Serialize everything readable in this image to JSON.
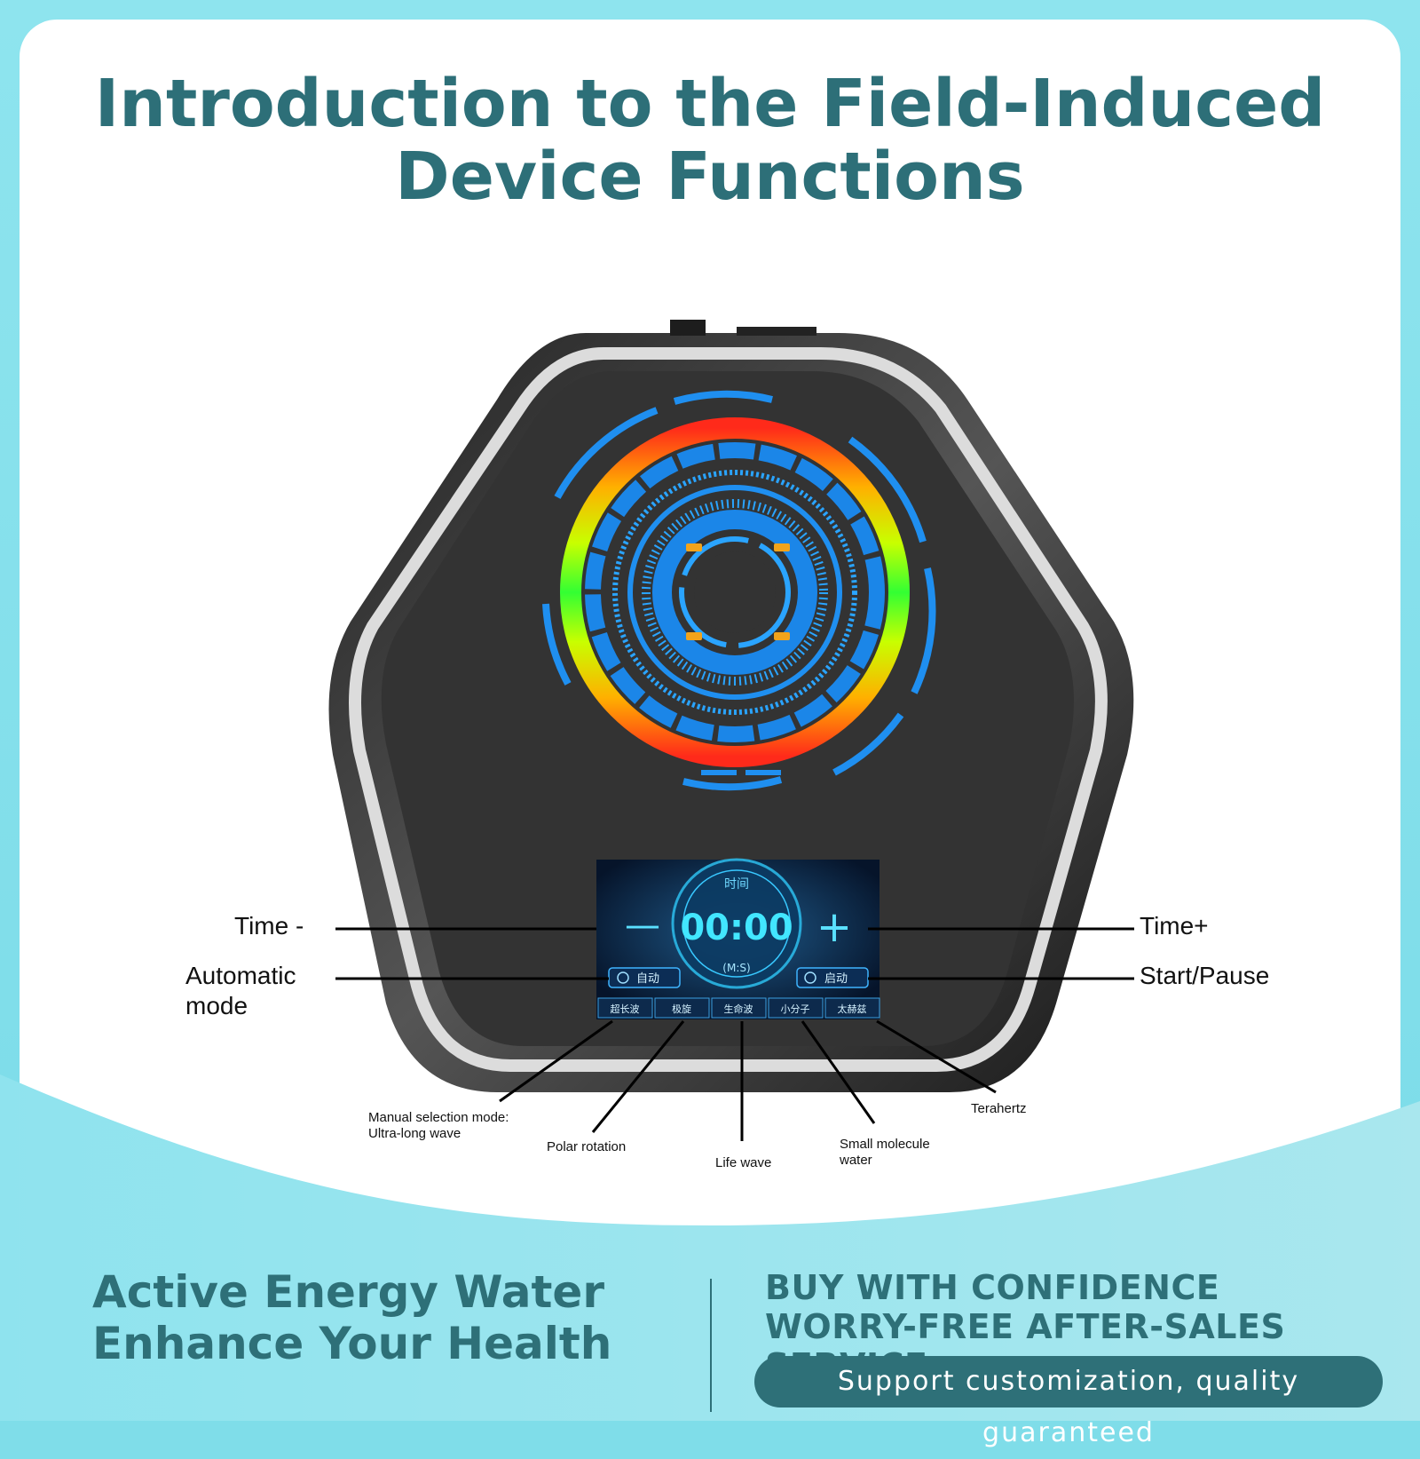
{
  "title": {
    "line1": "Introduction to the Field-Induced",
    "line2": "Device Functions"
  },
  "screen": {
    "label_time": "时间",
    "clock": "00:00",
    "clock_unit": "(M:S)",
    "minus_symbol": "—",
    "plus_symbol": "+",
    "auto_button": "自动",
    "start_button": "启动",
    "modes": [
      "超长波",
      "极旋",
      "生命波",
      "小分子",
      "太赫兹"
    ]
  },
  "callouts": {
    "time_minus": "Time -",
    "automatic_line1": "Automatic",
    "automatic_line2": "mode",
    "time_plus": "Time+",
    "start_pause": "Start/Pause",
    "manual_line1": "Manual selection mode:",
    "manual_line2": "Ultra-long wave",
    "polar_rotation": "Polar rotation",
    "life_wave": "Life wave",
    "small_molecule_line1": "Small molecule",
    "small_molecule_line2": "water",
    "terahertz": "Terahertz"
  },
  "footer": {
    "left_line1": "Active Energy Water",
    "left_line2": "Enhance Your Health",
    "right_line1": "BUY WITH CONFIDENCE",
    "right_line2": "WORRY-FREE AFTER-SALES SERVICE",
    "pill": "Support customization, quality guaranteed"
  },
  "colors": {
    "brand": "#2e7078",
    "background": "#7fdde9",
    "device_body": "#333333"
  }
}
